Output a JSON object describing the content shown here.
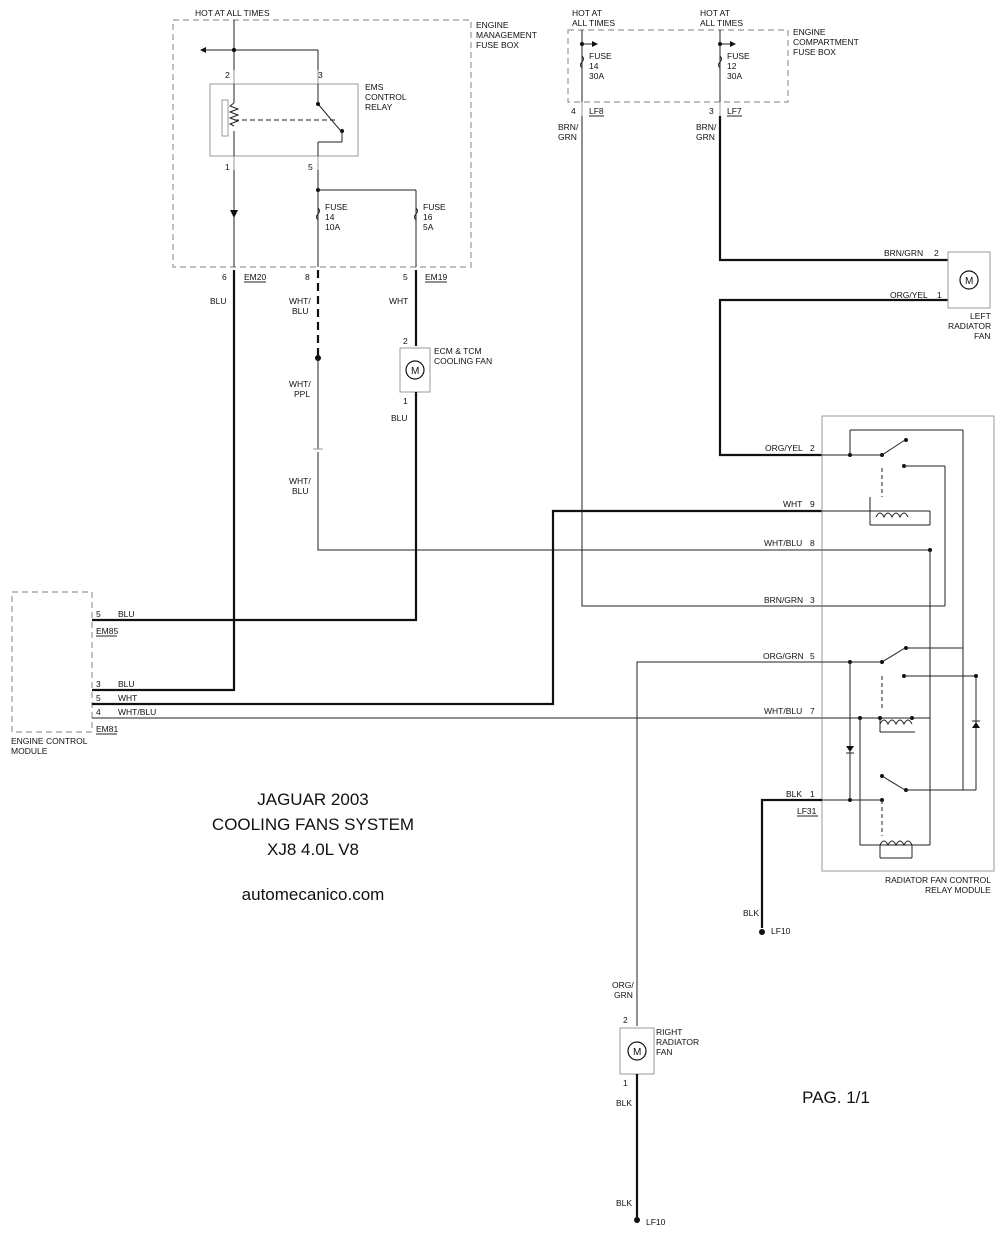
{
  "title": {
    "line1": "JAGUAR 2003",
    "line2": "COOLING FANS SYSTEM",
    "line3": "XJ8 4.0L V8",
    "website": "automecanico.com",
    "page": "PAG. 1/1"
  },
  "labels": {
    "hot_main": "HOT AT ALL TIMES",
    "hot_a": "HOT AT",
    "hot_b": "ALL TIMES",
    "emfb_1": "ENGINE",
    "emfb_2": "MANAGEMENT",
    "emfb_3": "FUSE BOX",
    "ecfb_1": "ENGINE",
    "ecfb_2": "COMPARTMENT",
    "ecfb_3": "FUSE BOX",
    "ems_1": "EMS",
    "ems_2": "CONTROL",
    "ems_3": "RELAY",
    "fuse": "FUSE",
    "f14": "14",
    "f14a": "10A",
    "f16": "16",
    "f16a": "5A",
    "f14b": "14",
    "f14ba": "30A",
    "f12": "12",
    "f12a": "30A",
    "ecmtcm_1": "ECM & TCM",
    "ecmtcm_2": "COOLING FAN",
    "lrf_1": "LEFT",
    "lrf_2": "RADIATOR",
    "lrf_3": "FAN",
    "rrf_1": "RIGHT",
    "rrf_2": "RADIATOR",
    "rrf_3": "FAN",
    "ecm_1": "ENGINE CONTROL",
    "ecm_2": "MODULE",
    "rfcr_1": "RADIATOR FAN CONTROL",
    "rfcr_2": "RELAY MODULE",
    "motor": "M"
  },
  "connectors": {
    "em20": "EM20",
    "em19": "EM19",
    "em85": "EM85",
    "em81": "EM81",
    "lf8": "LF8",
    "lf7": "LF7",
    "lf31": "LF31",
    "lf10": "LF10"
  },
  "wires": {
    "blu": "BLU",
    "wht_": "WHT/",
    "blu2": "BLU",
    "wht": "WHT",
    "ppl": "PPL",
    "brn_": "BRN/",
    "grn": "GRN",
    "brngrn": "BRN/GRN",
    "orgyel": "ORG/YEL",
    "whtblu": "WHT/BLU",
    "orggrn": "ORG/GRN",
    "blk": "BLK",
    "org_": "ORG/"
  },
  "pins": {
    "p1": "1",
    "p2": "2",
    "p3": "3",
    "p4": "4",
    "p5": "5",
    "p6": "6",
    "p7": "7",
    "p8": "8",
    "p9": "9"
  }
}
